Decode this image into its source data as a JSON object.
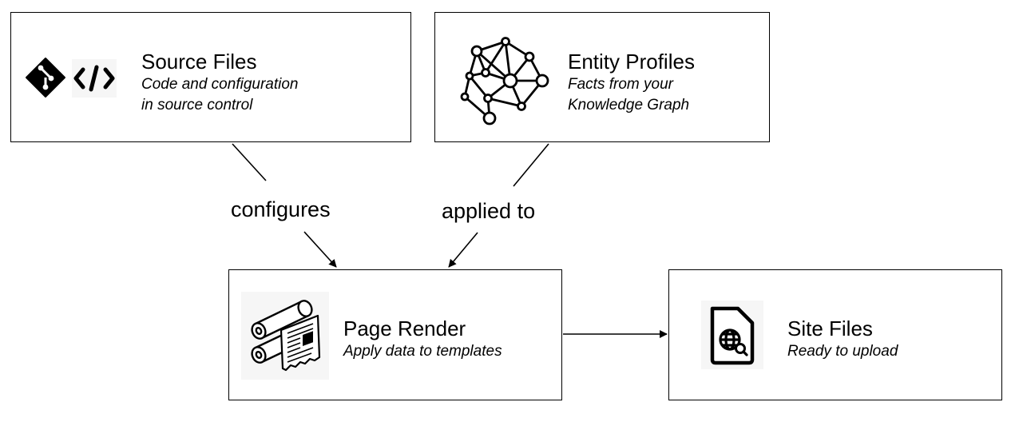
{
  "nodes": {
    "source_files": {
      "title": "Source Files",
      "subtitle_line1": "Code and configuration",
      "subtitle_line2": "in source control",
      "icons": [
        "git-icon",
        "code-icon"
      ]
    },
    "entity_profiles": {
      "title": "Entity Profiles",
      "subtitle_line1": "Facts from your",
      "subtitle_line2": "Knowledge Graph",
      "icons": [
        "knowledge-graph-icon"
      ]
    },
    "page_render": {
      "title": "Page Render",
      "subtitle_line1": "Apply data to templates",
      "icons": [
        "printing-press-icon"
      ]
    },
    "site_files": {
      "title": "Site Files",
      "subtitle_line1": "Ready to upload",
      "icons": [
        "web-file-icon"
      ]
    }
  },
  "edges": [
    {
      "from": "source_files",
      "to": "page_render",
      "label": "configures"
    },
    {
      "from": "entity_profiles",
      "to": "page_render",
      "label": "applied to"
    },
    {
      "from": "page_render",
      "to": "site_files",
      "label": ""
    }
  ]
}
